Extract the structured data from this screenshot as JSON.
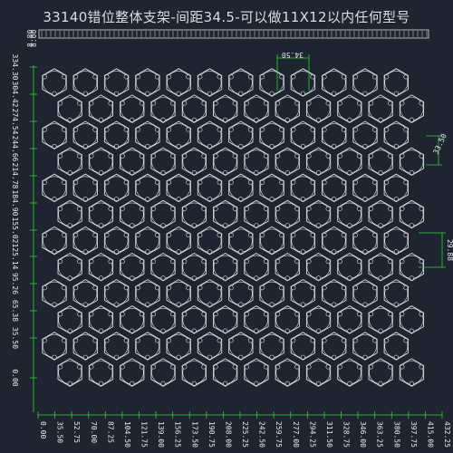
{
  "title": "33140错位整体支架-间距34.5-可以做11X12以内任何型号",
  "strip_dims": [
    "8.80",
    "8.00"
  ],
  "y_ticks": [
    "334.30",
    "304.42",
    "274.54",
    "244.66",
    "214.78",
    "184.90",
    "155.02",
    "125.14",
    "95.26",
    "65.38",
    "35.50",
    "0.00"
  ],
  "x_ticks": [
    "0.00",
    "35.50",
    "52.75",
    "70.00",
    "87.25",
    "104.50",
    "121.75",
    "139.00",
    "156.25",
    "173.50",
    "190.75",
    "208.00",
    "225.25",
    "242.50",
    "259.75",
    "277.00",
    "294.25",
    "311.50",
    "328.75",
    "346.00",
    "363.25",
    "380.50",
    "397.75",
    "415.00",
    "432.25"
  ],
  "dimensions": {
    "pitch": "34.50",
    "right_top": "33.50",
    "right_mid": "29.88"
  },
  "grid": {
    "rows": 12,
    "cols": 12,
    "layout": "staggered hexagonal cells"
  },
  "colors": {
    "background": "#1e2530",
    "outline": "#d9dee6",
    "dimension_line": "#2fd12f"
  }
}
